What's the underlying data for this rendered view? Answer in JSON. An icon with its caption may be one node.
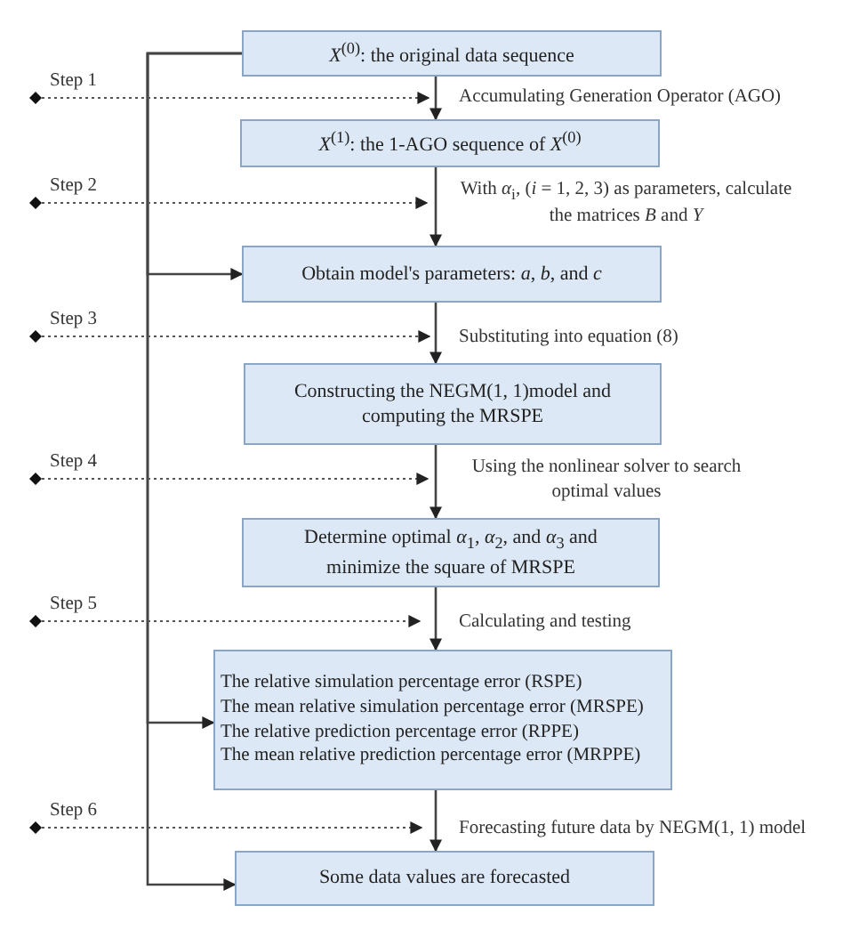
{
  "diagram": {
    "nodes": [
      {
        "text": [
          "*X*$^{(0)}$: the original data sequence"
        ]
      },
      {
        "text": [
          "*X*$^{(1)}$: the 1-AGO sequence of *X*$^{(0)}$"
        ]
      },
      {
        "text": [
          "Obtain model's parameters: *a*, *b*, and *c*"
        ]
      },
      {
        "text": [
          "Constructing the NEGM(1, 1)model and computing the MRSPE"
        ]
      },
      {
        "text": [
          "Determine optimal *α*$_{1}$, *α*$_{2}$, and *α*$_{3}$ and minimize the square of MRSPE"
        ]
      },
      {
        "text": [
          "The relative simulation percentage error (RSPE)",
          "The mean relative simulation percentage error (MRSPE)",
          "The relative prediction percentage error (RPPE)",
          "The mean relative prediction percentage error (MRPPE)"
        ]
      },
      {
        "text": [
          "Some data values are forecasted"
        ]
      },
      {
        "text": [
          "Step 1"
        ]
      },
      {
        "text": [
          "Step 2"
        ]
      },
      {
        "text": [
          "Step 3"
        ]
      },
      {
        "text": [
          "Step 4"
        ]
      },
      {
        "text": [
          "Step 5"
        ]
      },
      {
        "text": [
          "Step 6"
        ]
      }
    ],
    "edges": [
      {
        "from": 0,
        "to": 1,
        "arrow": "to",
        "label": "Accumulating Generation Operator (AGO)"
      },
      {
        "from": 1,
        "to": 2,
        "arrow": "to",
        "label": "With *α*$_{i}$, (*i* = 1, 2, 3) as parameters, calculate the matrices *B* and *Y*"
      },
      {
        "from": 2,
        "to": 3,
        "arrow": "to",
        "label": "Substituting into equation (8)"
      },
      {
        "from": 3,
        "to": 4,
        "arrow": "to",
        "label": "Using the nonlinear solver to search optimal values"
      },
      {
        "from": 4,
        "to": 5,
        "arrow": "to",
        "label": "Calculating and testing"
      },
      {
        "from": 5,
        "to": 6,
        "arrow": "to",
        "label": "Forecasting future data by NEGM(1, 1) model"
      },
      {
        "from": 0,
        "to": 2,
        "arrow": "to"
      },
      {
        "from": 0,
        "to": 5,
        "arrow": "to"
      },
      {
        "from": 0,
        "to": 6,
        "arrow": "to"
      },
      {
        "from": 7,
        "to": 0,
        "arrow": "to",
        "style": "dashed"
      },
      {
        "from": 8,
        "to": 1,
        "arrow": "to",
        "style": "dashed"
      },
      {
        "from": 9,
        "to": 3,
        "arrow": "to",
        "style": "dashed"
      },
      {
        "from": 10,
        "to": 4,
        "arrow": "to",
        "style": "dashed"
      },
      {
        "from": 11,
        "to": 5,
        "arrow": "to",
        "style": "dashed"
      },
      {
        "from": 12,
        "to": 6,
        "arrow": "to",
        "style": "dashed"
      }
    ]
  }
}
